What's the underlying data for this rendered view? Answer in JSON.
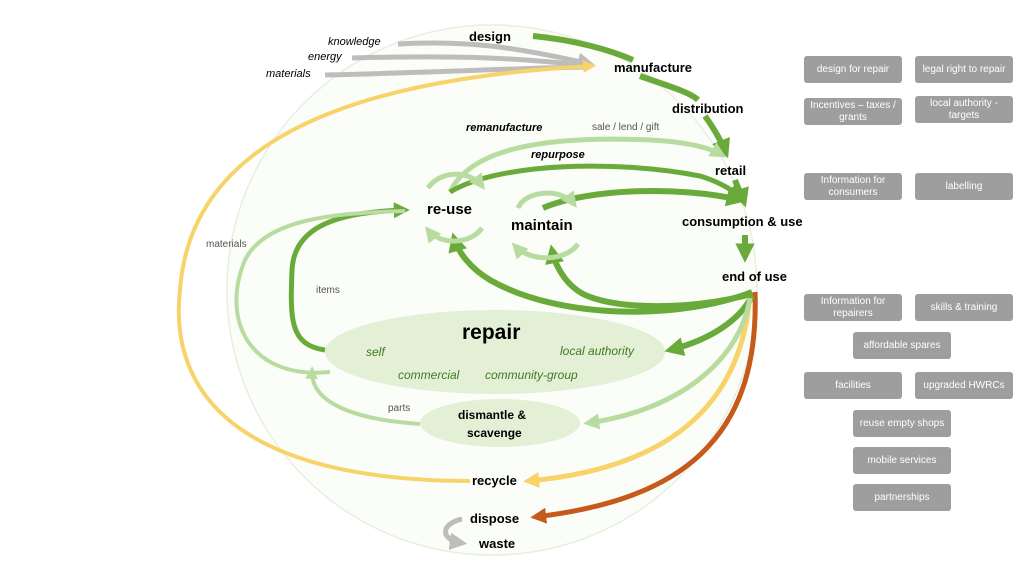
{
  "colors": {
    "green_dark": "#6aaa3a",
    "green_light": "#b8dca0",
    "green_fill": "#e3f0d6",
    "yellow": "#f7d36a",
    "orange": "#c55a1a",
    "grey_arrow": "#bdbdbd",
    "box_grey": "#9e9e9e",
    "repair_text_green": "#3f7a1f"
  },
  "inputs": {
    "knowledge": "knowledge",
    "energy": "energy",
    "materials": "materials"
  },
  "nodes": {
    "design": "design",
    "manufacture": "manufacture",
    "distribution": "distribution",
    "retail": "retail",
    "consumption": "consumption & use",
    "end_of_use": "end of use",
    "reuse": "re-use",
    "maintain": "maintain",
    "repair": "repair",
    "dismantle_line1": "dismantle &",
    "dismantle_line2": "scavenge",
    "recycle": "recycle",
    "dispose": "dispose",
    "waste": "waste"
  },
  "repair_actors": {
    "self": "self",
    "local_authority": "local authority",
    "commercial": "commercial",
    "community_group": "community-group"
  },
  "flow_labels": {
    "remanufacture": "remanufacture",
    "repurpose": "repurpose",
    "sale": "sale / lend / gift",
    "materials": "materials",
    "items": "items",
    "parts": "parts"
  },
  "enablers": [
    {
      "text": "design for repair"
    },
    {
      "text": "legal right to repair"
    },
    {
      "text": "Incentives – taxes / grants"
    },
    {
      "text": "local authority - targets"
    },
    {
      "text": "Information for consumers"
    },
    {
      "text": "labelling"
    },
    {
      "text": "Information for repairers"
    },
    {
      "text": "skills & training"
    },
    {
      "text": "affordable spares"
    },
    {
      "text": "facilities"
    },
    {
      "text": "upgraded HWRCs"
    },
    {
      "text": "reuse empty shops"
    },
    {
      "text": "mobile services"
    },
    {
      "text": "partnerships"
    }
  ]
}
